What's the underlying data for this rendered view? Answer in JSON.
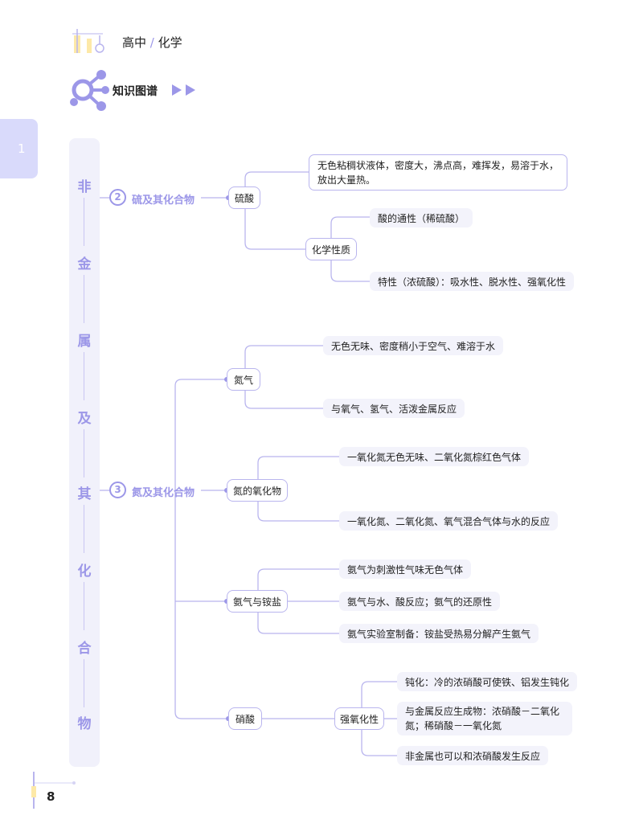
{
  "header": {
    "level": "高中",
    "sep": "/",
    "subject": "化学"
  },
  "section": {
    "title": "知识图谱"
  },
  "side_tab": {
    "number": "1"
  },
  "vertical_title": [
    "非",
    "金",
    "属",
    "及",
    "其",
    "化",
    "合",
    "物"
  ],
  "topics": [
    {
      "num": "2",
      "label": "硫及其化合物"
    },
    {
      "num": "3",
      "label": "氮及其化合物"
    }
  ],
  "sulfur": {
    "acid": "硫酸",
    "prop": "无色粘稠状液体，密度大，沸点高，难挥发，易溶于水，放出大量热。",
    "chem": "化学性质",
    "chem_items": [
      "酸的通性（稀硫酸）",
      "特性（浓硫酸）：吸水性、脱水性、强氧化性"
    ]
  },
  "nitrogen": {
    "n2": "氮气",
    "n2_items": [
      "无色无味、密度稍小于空气、难溶于水",
      "与氧气、氢气、活泼金属反应"
    ],
    "oxides": "氮的氧化物",
    "oxides_items": [
      "一氧化氮无色无味、二氧化氮棕红色气体",
      "一氧化氮、二氧化氮、氧气混合气体与水的反应"
    ],
    "ammonia": "氨气与铵盐",
    "ammonia_items": [
      "氨气为刺激性气味无色气体",
      "氨气与水、酸反应；氨气的还原性",
      "氨气实验室制备：铵盐受热易分解产生氨气"
    ],
    "nitric": "硝酸",
    "oxidizing": "强氧化性",
    "oxidizing_items": [
      "钝化：冷的浓硝酸可使铁、铝发生钝化",
      "与金属反应生成物：浓硝酸－二氧化氮；稀硝酸－一氧化氮",
      "非金属也可以和浓硝酸发生反应"
    ]
  },
  "footer": {
    "page": "8"
  },
  "colors": {
    "accent": "#9c97e8",
    "line": "#b9b5ee",
    "leaf_bg": "#f3f3fb"
  }
}
